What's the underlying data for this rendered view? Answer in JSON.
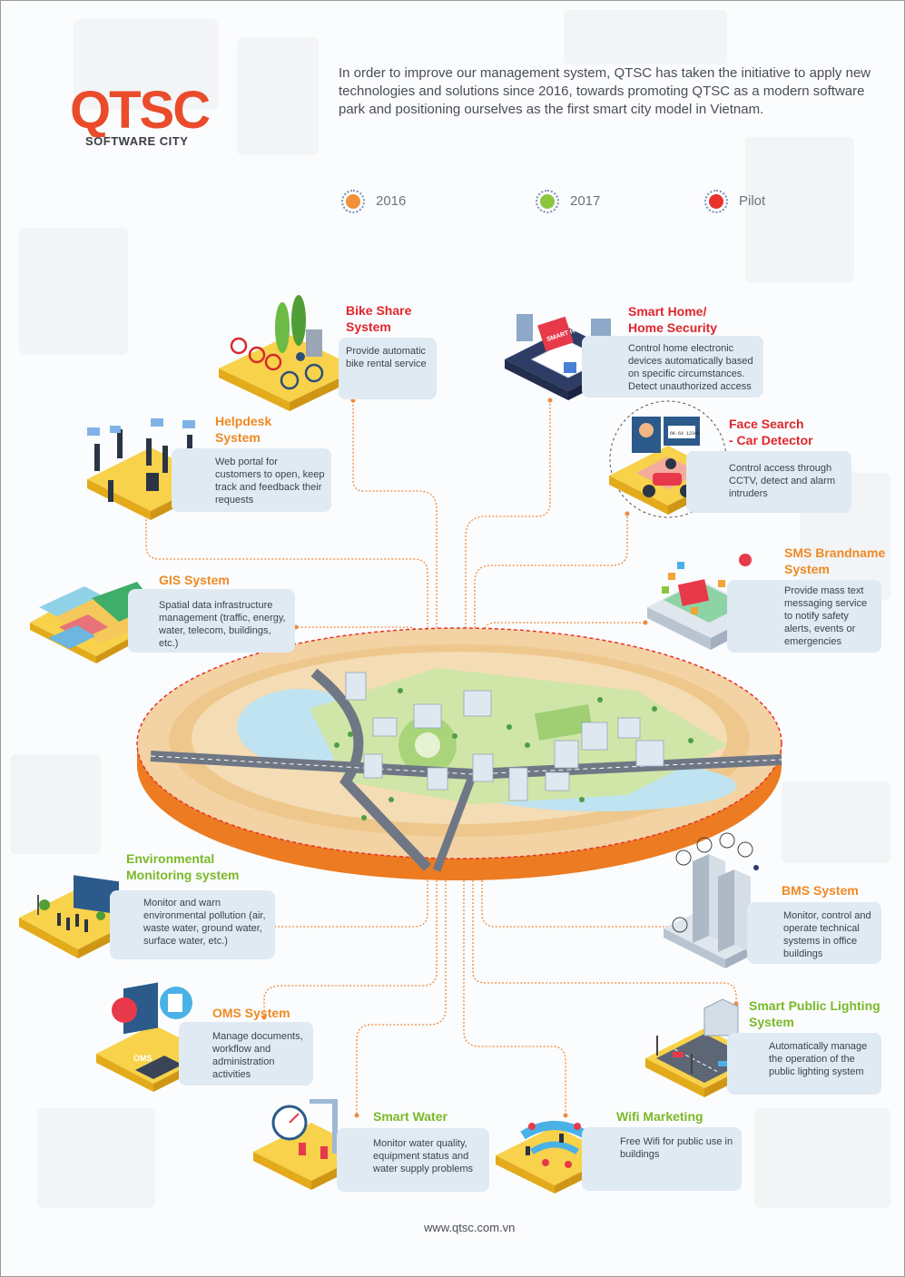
{
  "logo": {
    "brand": "QTSC",
    "subtitle": "SOFTWARE CITY"
  },
  "intro": "In order to improve our management system, QTSC has taken the initiative  to apply new technologies and solutions since  2016, towards promoting QTSC as a modern software park and positioning ourselves as the first smart city model in Vietnam.",
  "legend": [
    {
      "label": "2016",
      "color": "#f2913a"
    },
    {
      "label": "2017",
      "color": "#8cc63f"
    },
    {
      "label": "Pilot",
      "color": "#e8322a"
    }
  ],
  "systems": {
    "bike_share": {
      "title": "Bike Share\nSystem",
      "desc": "Provide automatic bike rental service"
    },
    "smart_home": {
      "title": "Smart Home/\nHome Security",
      "desc": "Control home electronic devices automatically based on specific circumstances. Detect unauthorized access"
    },
    "helpdesk": {
      "title": "Helpdesk\nSystem",
      "desc": "Web portal for customers to open, keep track and feedback their requests"
    },
    "face_search": {
      "title": "Face Search\n- Car Detector",
      "desc": "Control access through CCTV, detect and alarm intruders"
    },
    "gis": {
      "title": "GIS System",
      "desc": "Spatial data infrastructure management (traffic, energy, water, telecom, buildings, etc.)"
    },
    "sms_brandname": {
      "title": "SMS Brandname\nSystem",
      "desc": "Provide mass text messaging service to notify safety alerts, events or emergencies"
    },
    "environmental": {
      "title": "Environmental\nMonitoring system",
      "desc": "Monitor and warn environmental pollution (air, waste water, ground water, surface water, etc.)"
    },
    "bms": {
      "title": "BMS System",
      "desc": "Monitor, control and operate technical systems in office buildings"
    },
    "oms": {
      "title": "OMS System",
      "desc": "Manage documents, workflow and administration activities"
    },
    "smart_lighting": {
      "title": "Smart Public Lighting\nSystem",
      "desc": "Automatically manage the operation of the public lighting system"
    },
    "smart_water": {
      "title": "Smart Water",
      "desc": "Monitor water quality, equipment status and water supply problems"
    },
    "wifi": {
      "title": "Wifi Marketing",
      "desc": "Free Wifi for public use in buildings"
    }
  },
  "oms_screen_text": "OMS",
  "smart_home_screen_text": "SMART HOME",
  "plate_text": "6K-6X 12340",
  "footer_url": "www.qtsc.com.vn"
}
